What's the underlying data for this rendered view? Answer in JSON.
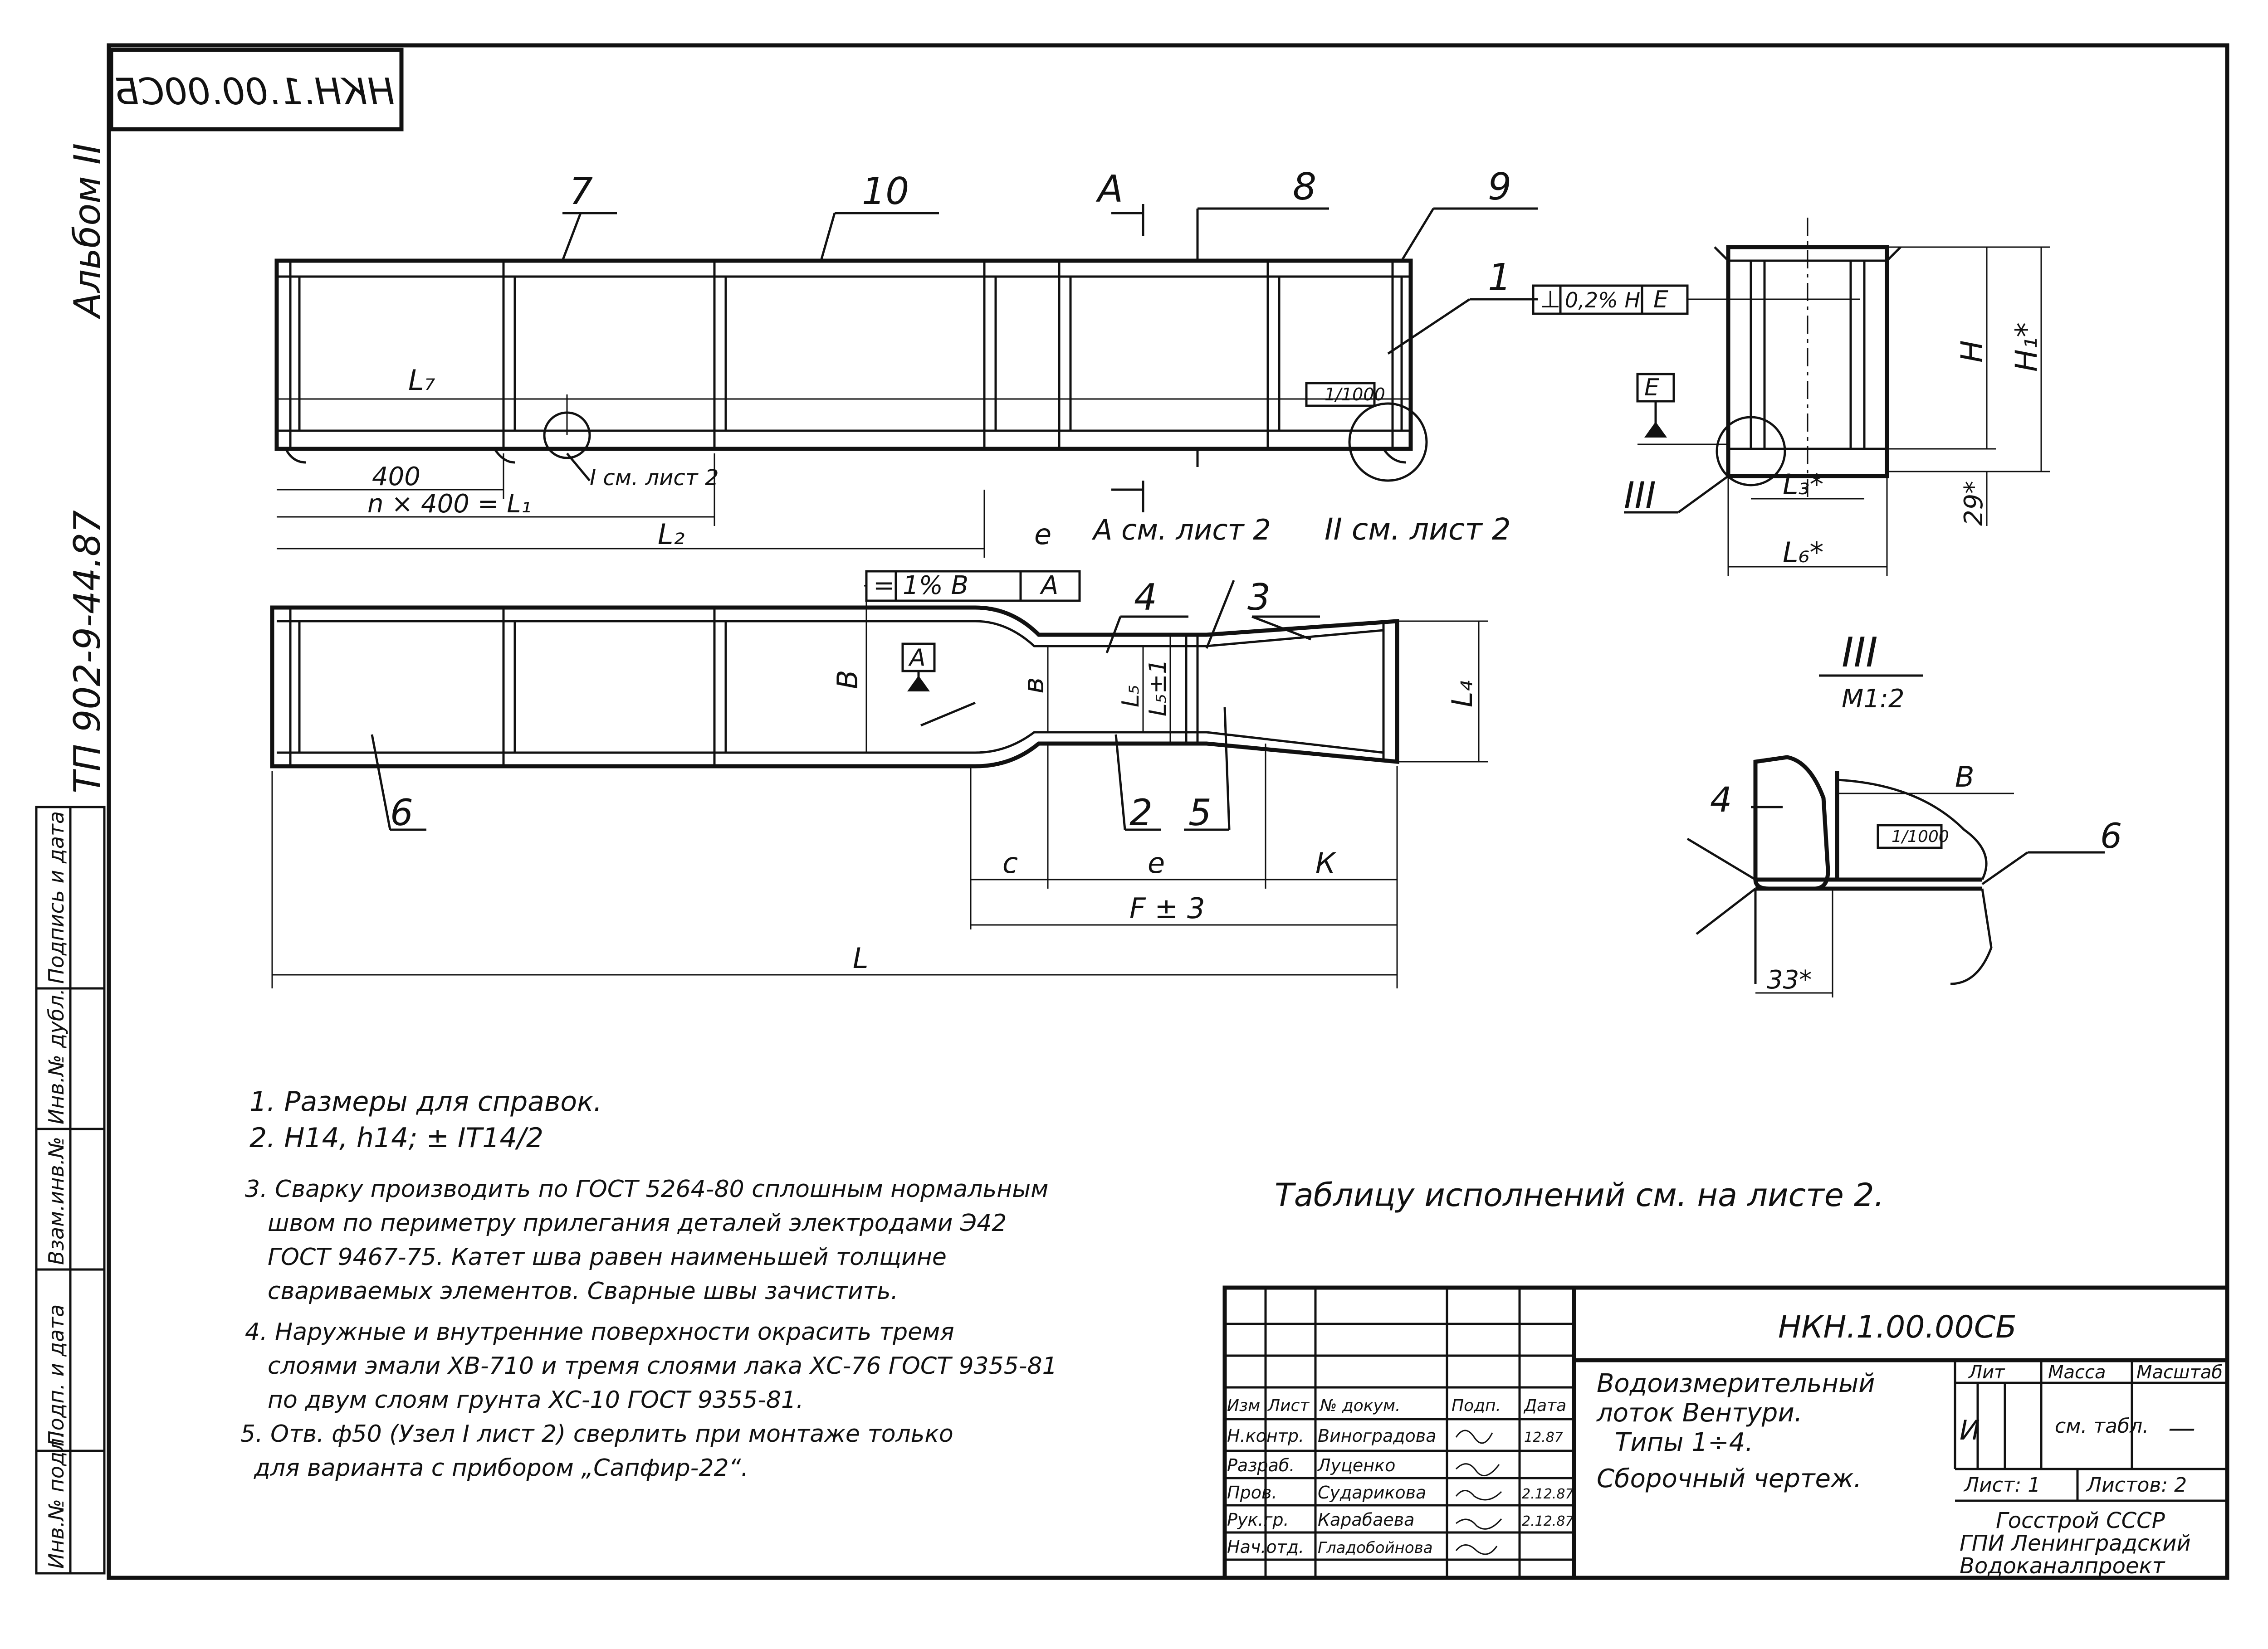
{
  "doc": {
    "code_mirrored": "НКН.1.00.00СБ",
    "album": "Альбом II",
    "project": "ТП 902-9-44.87"
  },
  "side_columns": [
    "Инв.№ подл.",
    "Подп. и дата",
    "Взам.инв.№",
    "Инв.№ дубл.",
    "Подпись и дата"
  ],
  "top_view": {
    "callouts": [
      "7",
      "10",
      "8",
      "9",
      "1"
    ],
    "section_mark": "А",
    "section_ref": "А см. лист 2",
    "node1": "I см. лист 2",
    "node2": "II см. лист 2",
    "dims": {
      "L7": "L₇",
      "step": "400",
      "chain": "n × 400 = L₁",
      "L2": "L₂",
      "e": "e"
    },
    "flatness": "1/1000"
  },
  "plan_view": {
    "tolerance": [
      "=",
      "1% В",
      "А"
    ],
    "datum": "А",
    "callouts": [
      "4",
      "3",
      "2",
      "5",
      "6"
    ],
    "dims": {
      "B": "В",
      "b": "в",
      "L5": "L₅",
      "L5t": "L₅±1",
      "L4": "L₄",
      "c": "c",
      "e": "e",
      "K": "К",
      "F": "F ± 3",
      "L": "L"
    }
  },
  "side_view": {
    "tolerance": [
      "⊥",
      "0,2% Н",
      "Е"
    ],
    "datum": "Е",
    "node3": "III",
    "dims": {
      "H": "Н",
      "H1": "Н₁*",
      "L3": "L₃*",
      "L6": "L₆*",
      "d29": "29*"
    }
  },
  "detail": {
    "title": "III",
    "scale": "М1:2",
    "callouts": [
      "4",
      "6"
    ],
    "dims": {
      "B": "В",
      "d33": "33*"
    },
    "flatness": "1/1000"
  },
  "notes": [
    "1. Размеры для справок.",
    "2. Н14, h14; ± IT14/2",
    "3. Сварку производить по ГОСТ 5264-80 сплошным нормальным",
    "швом по периметру прилегания деталей электродами Э42",
    "ГОСТ 9467-75. Катет шва равен наименьшей толщине",
    "свариваемых элементов. Сварные швы зачистить.",
    "4. Наружные и внутренние поверхности окрасить тремя",
    "слоями эмали ХВ-710 и тремя слоями лака ХС-76 ГОСТ 9355-81",
    "по двум слоям грунта ХС-10 ГОСТ 9355-81.",
    "5. Отв. ф50 (Узел I лист 2) сверлить при монтаже только",
    "для варианта с прибором „Сапфир-22“."
  ],
  "table_note": "Таблицу исполнений см. на листе 2.",
  "title_block": {
    "designation": "НКН.1.00.00СБ",
    "name": [
      "Водоизмерительный",
      "лоток Вентури.",
      "Типы 1÷4.",
      "Сборочный чертеж."
    ],
    "header": [
      "Изм",
      "Лист",
      "№ докум.",
      "Подп.",
      "Дата"
    ],
    "rows": [
      [
        "Н.контр.",
        "Виноградова",
        "",
        "12.87"
      ],
      [
        "Разраб.",
        "Луценко",
        "",
        ""
      ],
      [
        "Пров.",
        "Сударикова",
        "",
        "2.12.87"
      ],
      [
        "Рук.гр.",
        "Карабаева",
        "",
        "2.12.87"
      ],
      [
        "Нач.отд.",
        "Гладобойнова",
        "",
        ""
      ]
    ],
    "lit_label": "Лит",
    "mass_label": "Масса",
    "scale_label": "Масштаб",
    "lit": "И",
    "mass": "см. табл.",
    "scale": "—",
    "sheet": "Лист: 1",
    "sheets": "Листов: 2",
    "org": [
      "Госстрой СССР",
      "ГПИ Ленинградский",
      "Водоканалпроект"
    ]
  }
}
